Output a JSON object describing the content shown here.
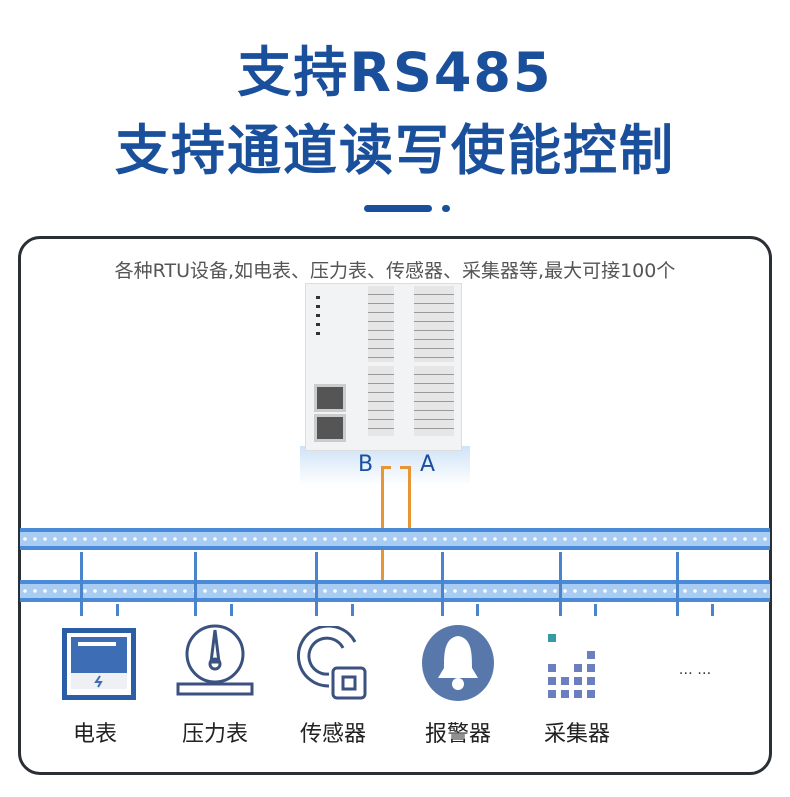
{
  "header": {
    "line1": "支持RS485",
    "line2": "支持通道读写使能控制"
  },
  "card": {
    "subtitle": "各种RTU设备,如电表、压力表、传感器、采集器等,最大可接100个"
  },
  "device": {
    "terminal_b": "B",
    "terminal_a": "A"
  },
  "devices": [
    {
      "label": "电表",
      "icon": "electric-meter-icon"
    },
    {
      "label": "压力表",
      "icon": "pressure-gauge-icon"
    },
    {
      "label": "传感器",
      "icon": "sensor-icon"
    },
    {
      "label": "报警器",
      "icon": "alarm-bell-icon"
    },
    {
      "label": "采集器",
      "icon": "collector-icon"
    },
    {
      "label": "… …",
      "icon": "more-icon"
    }
  ],
  "colors": {
    "brand": "#1a4f9c",
    "bus": "#4a8ad8",
    "wire": "#e89535"
  }
}
